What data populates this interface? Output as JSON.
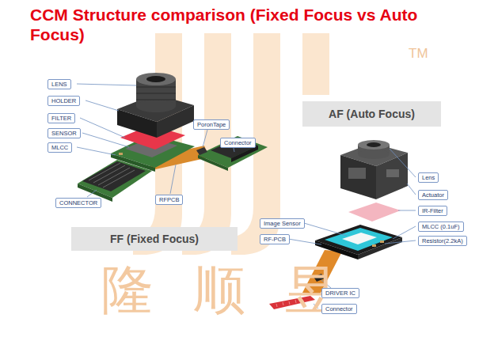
{
  "diagram": {
    "title": "CCM Structure comparison (Fixed Focus vs Auto Focus)",
    "nodes": [
      {
        "text": [
          "LENS"
        ]
      },
      {
        "text": [
          "HOLDER"
        ]
      },
      {
        "text": [
          "FILTER"
        ]
      },
      {
        "text": [
          "SENSOR"
        ]
      },
      {
        "text": [
          "MLCC"
        ]
      },
      {
        "text": [
          "PoronTape"
        ]
      },
      {
        "text": [
          "Connector"
        ]
      },
      {
        "text": [
          "AF (Auto Focus)"
        ]
      },
      {
        "text": [
          "Lens"
        ]
      },
      {
        "text": [
          "Actuator"
        ]
      },
      {
        "text": [
          "IR-Filter"
        ]
      },
      {
        "text": [
          "Image Sensor"
        ]
      },
      {
        "text": [
          "MLCC (0.1uF)"
        ]
      },
      {
        "text": [
          "RF-PCB"
        ]
      },
      {
        "text": [
          "Resistor(2.2kA)"
        ]
      },
      {
        "text": [
          "CONNECTOR"
        ]
      },
      {
        "text": [
          "RFPCB"
        ]
      },
      {
        "text": [
          "FF (Fixed Focus)"
        ]
      },
      {
        "text": [
          "DRIVER IC"
        ]
      },
      {
        "text": [
          "Connector"
        ]
      }
    ],
    "labels": [
      "TM",
      "隆顺昱"
    ]
  }
}
